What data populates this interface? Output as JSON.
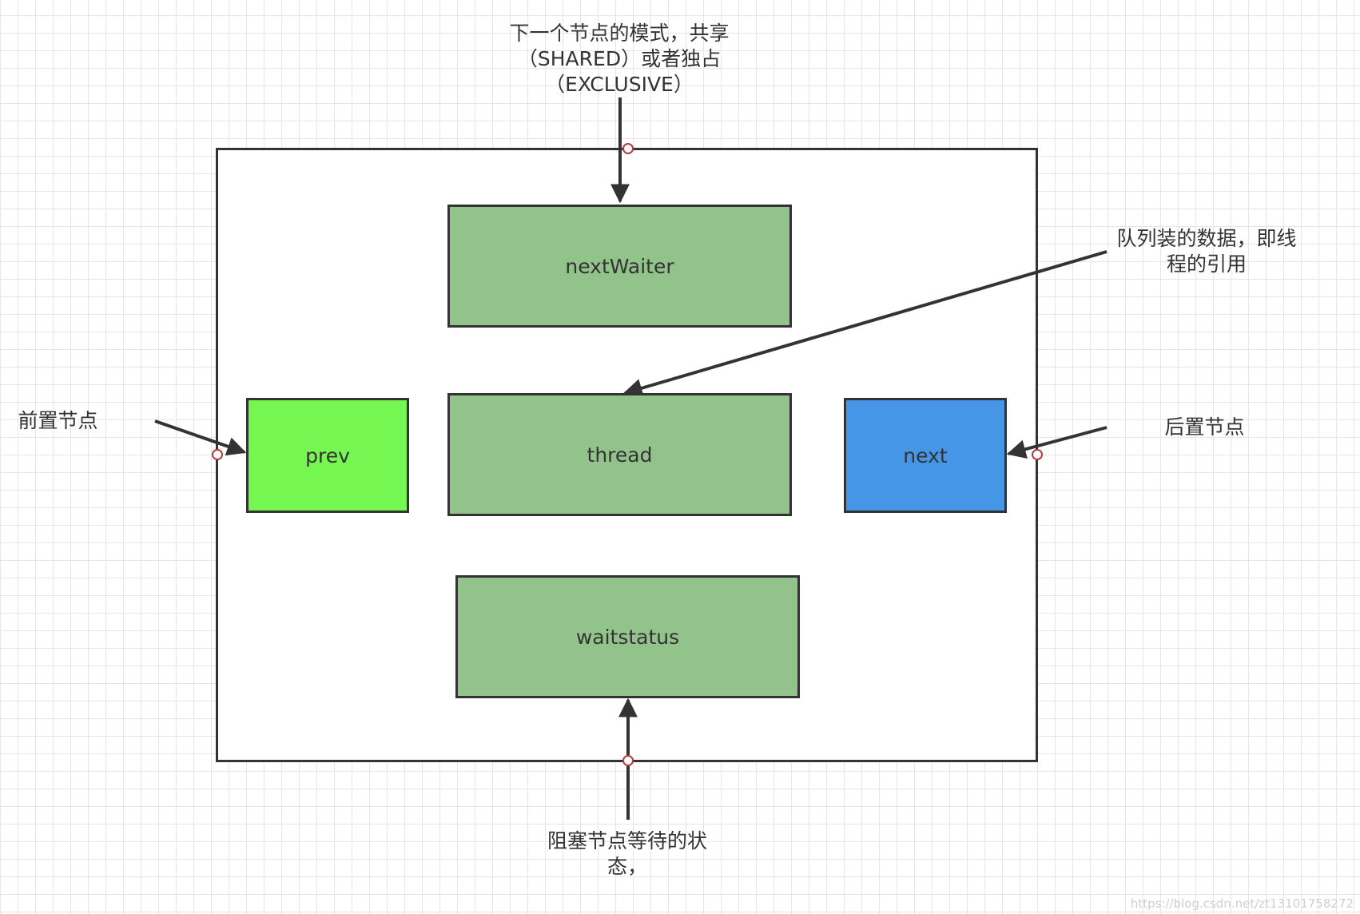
{
  "boxes": {
    "nextWaiter": {
      "label": "nextWaiter"
    },
    "prev": {
      "label": "prev"
    },
    "thread": {
      "label": "thread"
    },
    "next": {
      "label": "next"
    },
    "waitstatus": {
      "label": "waitstatus"
    }
  },
  "annotations": {
    "mode": {
      "lines": [
        "下一个节点的模式，共享",
        "（SHARED）或者独占",
        "（EXCLUSIVE）"
      ]
    },
    "data": {
      "lines": [
        "队列装的数据，即线",
        "程的引用"
      ]
    },
    "prev_node": {
      "text": "前置节点"
    },
    "next_node": {
      "text": "后置节点"
    },
    "status": {
      "lines": [
        "阻塞节点等待的状",
        "态，"
      ]
    }
  },
  "watermark": "https://blog.csdn.net/zt13101758272",
  "colors": {
    "green": "#92c38a",
    "bright_green": "#76f650",
    "blue": "#4696e8",
    "stroke": "#333333",
    "connector": "#b43c3c"
  }
}
